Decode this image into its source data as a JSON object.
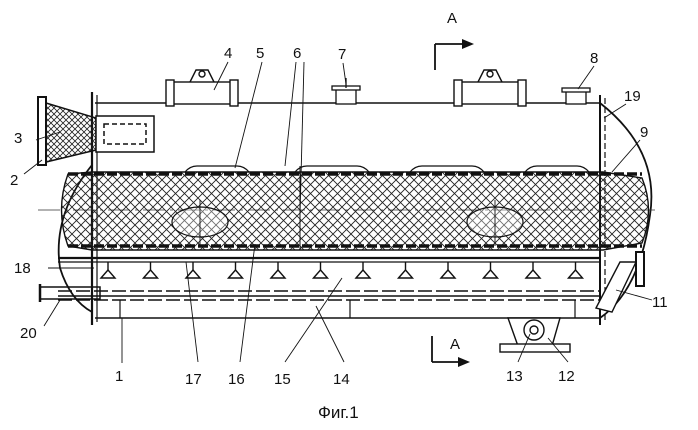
{
  "figure": {
    "caption": "Фиг.1",
    "section_mark": "А",
    "labels": {
      "l1": "1",
      "l2": "2",
      "l3": "3",
      "l4": "4",
      "l5": "5",
      "l6": "6",
      "l7": "7",
      "l8": "8",
      "l9": "9",
      "l11": "11",
      "l12": "12",
      "l13": "13",
      "l14": "14",
      "l15": "15",
      "l16": "16",
      "l17": "17",
      "l18": "18",
      "l19": "19",
      "l20": "20"
    }
  }
}
